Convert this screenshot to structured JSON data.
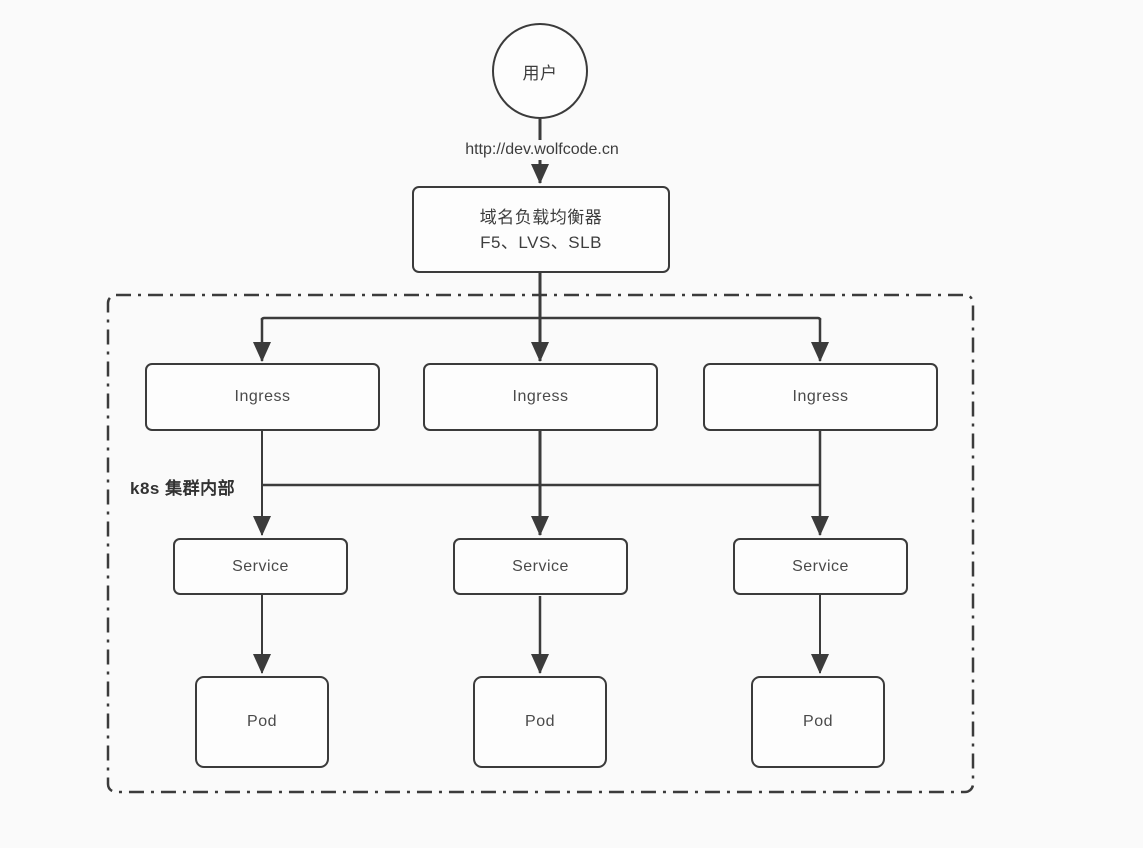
{
  "diagram": {
    "user": {
      "label": "用户"
    },
    "request_url": "http://dev.wolfcode.cn",
    "load_balancer": {
      "title": "域名负载均衡器",
      "products": "F5、LVS、SLB"
    },
    "cluster": {
      "label": "k8s 集群内部"
    },
    "nodes": {
      "ingress": [
        {
          "label": "Ingress"
        },
        {
          "label": "Ingress"
        },
        {
          "label": "Ingress"
        }
      ],
      "service": [
        {
          "label": "Service"
        },
        {
          "label": "Service"
        },
        {
          "label": "Service"
        }
      ],
      "pod": [
        {
          "label": "Pod"
        },
        {
          "label": "Pod"
        },
        {
          "label": "Pod"
        }
      ]
    },
    "colors": {
      "stroke": "#3b3b3b",
      "background": "#fafafa",
      "node_fill": "#fdfdfd",
      "text": "#4a4a4a"
    }
  }
}
